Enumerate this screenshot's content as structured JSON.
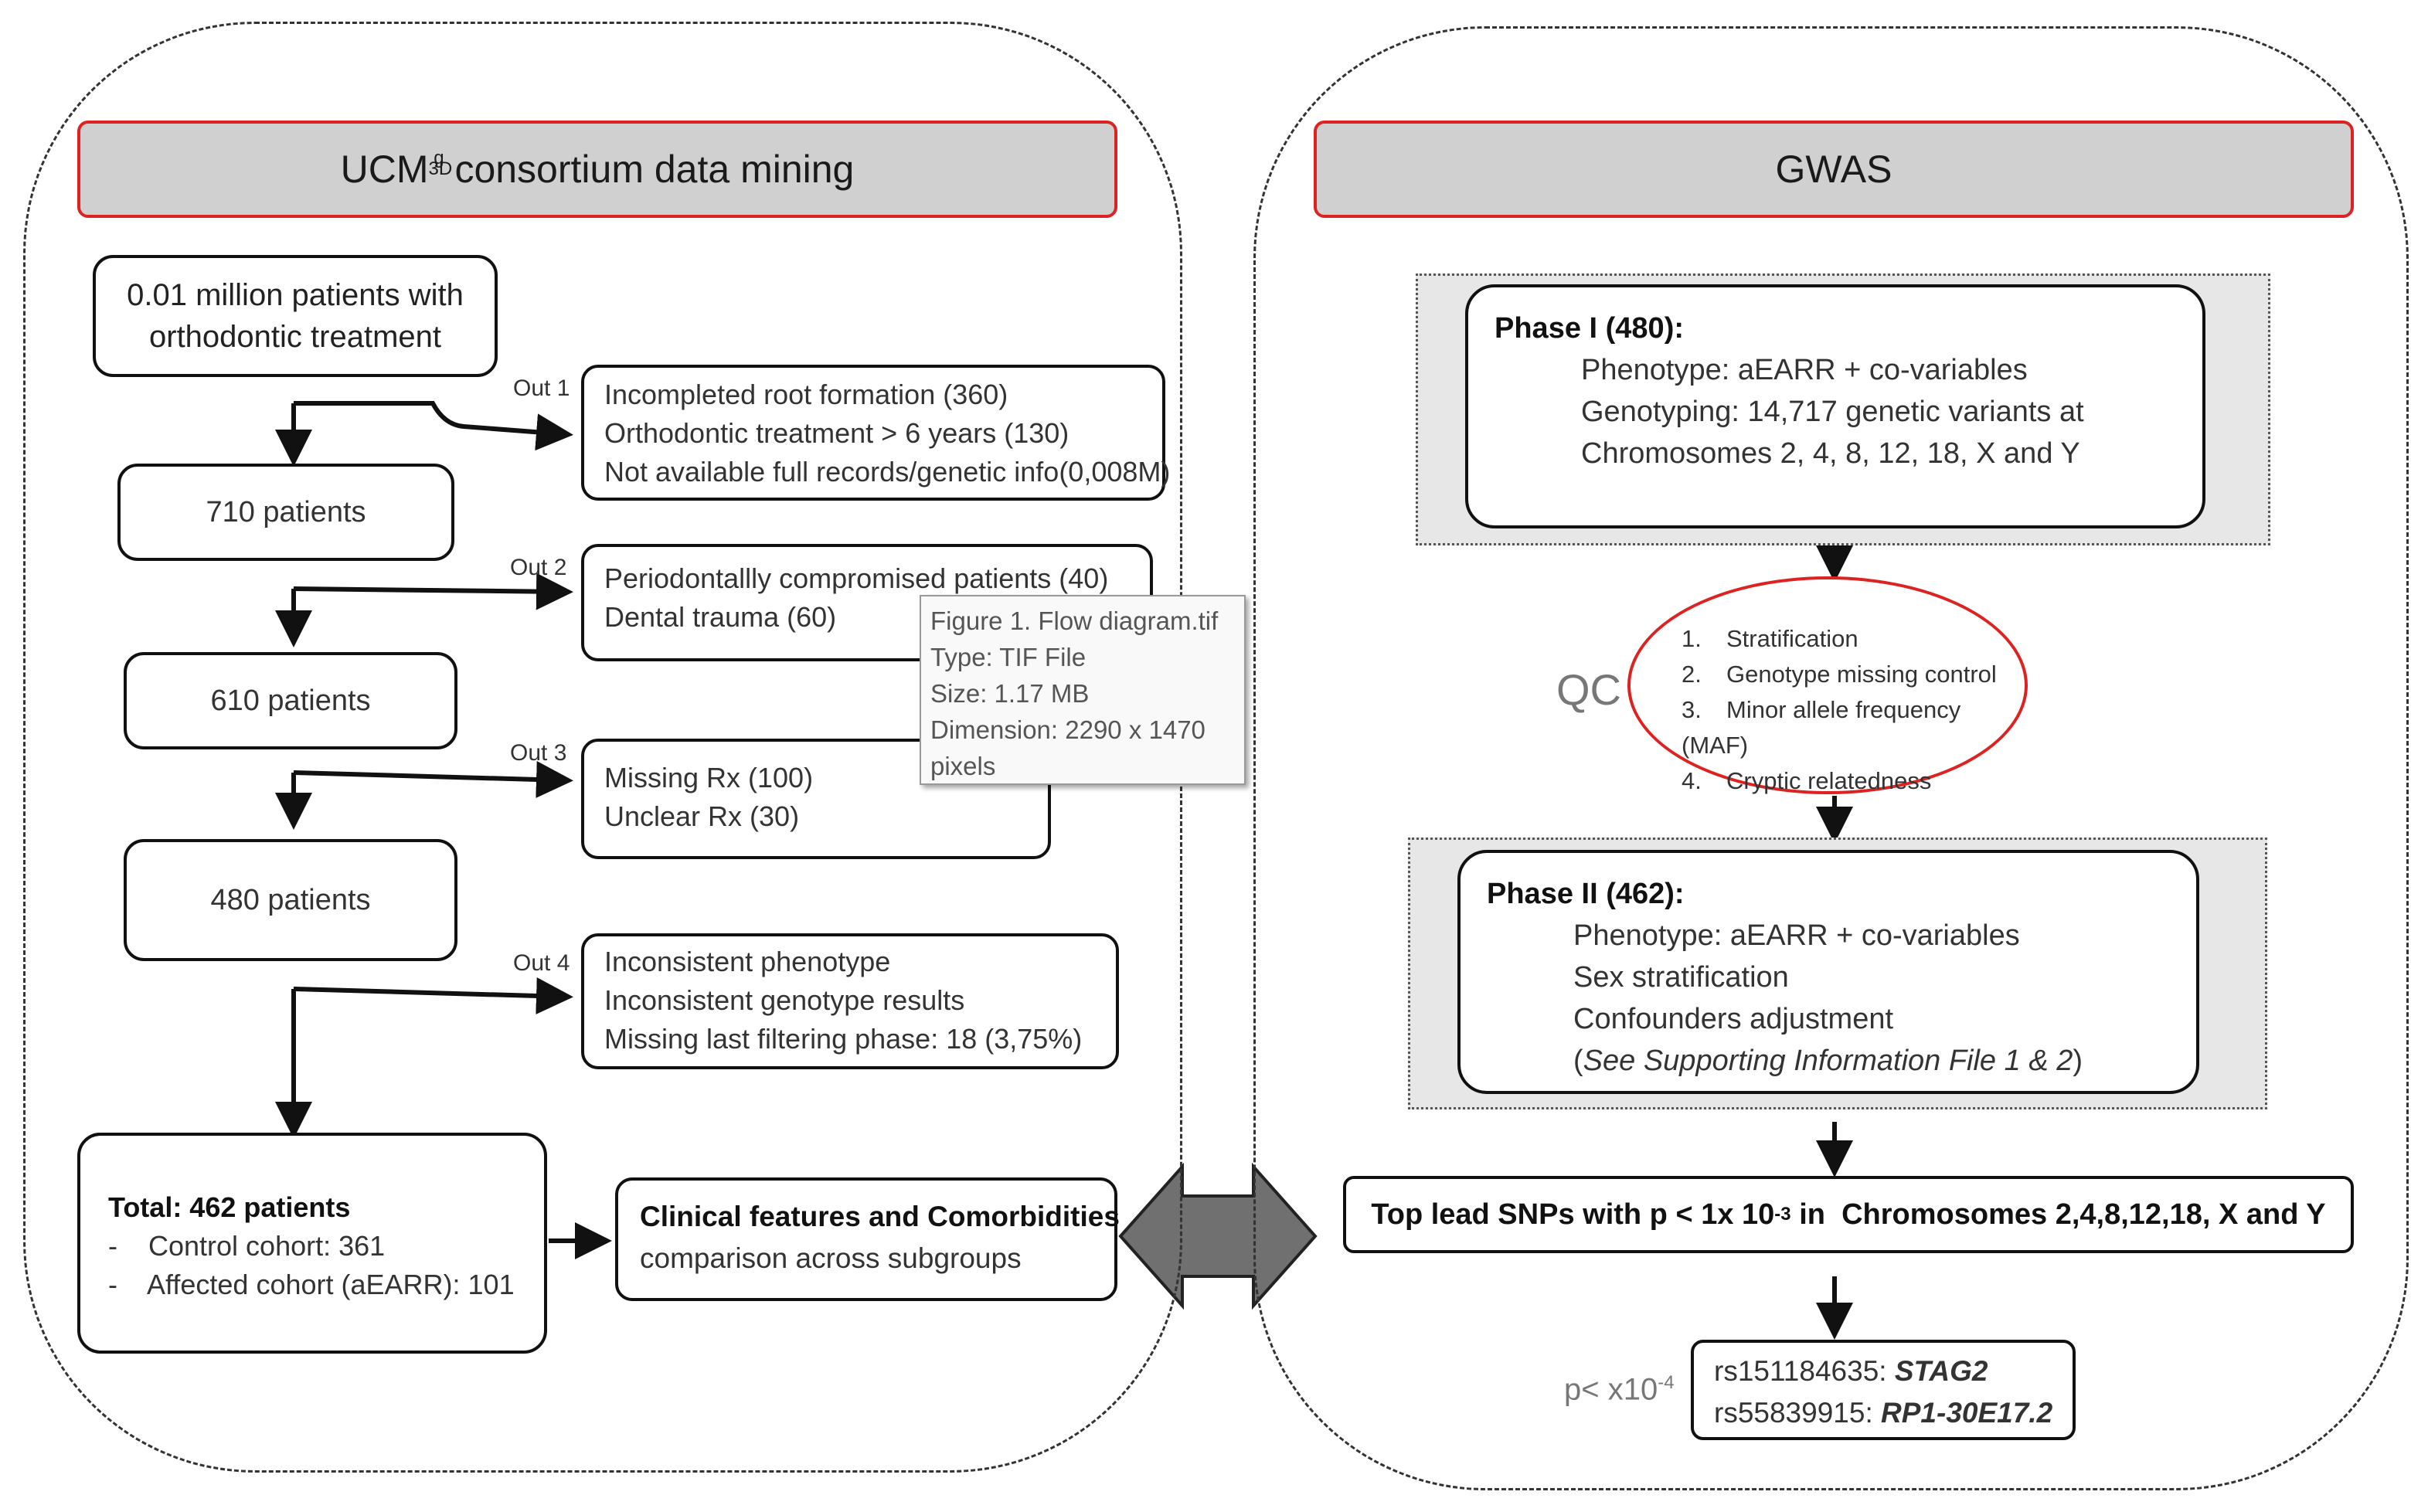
{
  "left": {
    "header_main": "UCM",
    "header_sub": "3D",
    "header_sup": "g",
    "header_tail": " consortium data mining",
    "start_line1": "0.01 million patients with",
    "start_line2": "orthodontic treatment",
    "step1": "710 patients",
    "step2": "610 patients",
    "step3": "480 patients",
    "out1_label": "Out 1",
    "out1_lines": [
      "Incompleted root formation (360)",
      "Orthodontic treatment > 6 years (130)",
      "Not available full records/genetic info(0,008M)"
    ],
    "out2_label": "Out 2",
    "out2_lines": [
      "Periodontallly compromised patients (40)",
      "Dental trauma (60)"
    ],
    "out3_label": "Out 3",
    "out3_lines": [
      "Missing Rx (100)",
      "Unclear Rx (30)"
    ],
    "out4_label": "Out 4",
    "out4_lines": [
      "Inconsistent phenotype",
      "Inconsistent genotype results",
      "Missing last filtering phase: 18 (3,75%)"
    ],
    "total_title": "Total: 462 patients",
    "total_lines": [
      "-    Control cohort: 361",
      "-    Affected cohort (aEARR): 101"
    ],
    "clinical_title": "Clinical features and Comorbidities",
    "clinical_sub": "comparison across subgroups"
  },
  "tooltip": {
    "lines": [
      "Figure 1. Flow diagram.tif",
      "Type: TIF File",
      "Size: 1.17 MB",
      "Dimension: 2290 x 1470",
      "pixels"
    ]
  },
  "right": {
    "header": "GWAS",
    "phase1_title": "Phase I (480):",
    "phase1_lines": [
      "Phenotype: aEARR + co-variables",
      "Genotyping: 14,717 genetic variants at",
      "Chromosomes 2, 4, 8, 12, 18, X and Y"
    ],
    "qc_label": "QC",
    "qc_items": [
      {
        "n": "1.",
        "t": "Stratification"
      },
      {
        "n": "2.",
        "t": "Genotype missing control"
      },
      {
        "n": "3.",
        "t": "Minor allele frequency (MAF)"
      },
      {
        "n": "4.",
        "t": "Cryptic relatedness"
      }
    ],
    "phase2_title": "Phase II (462):",
    "phase2_lines": [
      "Phenotype: aEARR + co-variables",
      "Sex stratification",
      "Confounders adjustment"
    ],
    "phase2_note_pre": "(",
    "phase2_note": "See Supporting Information File 1 & 2",
    "phase2_note_post": ")",
    "snp_pre": "Top lead SNPs with p < 1x 10",
    "snp_exp": "-3",
    "snp_post": " in  Chromosomes 2,4,8,12,18, X and Y",
    "p_pre": "p< x10",
    "p_exp": "-4",
    "rs1_id": "rs151184635: ",
    "rs1_gene": "STAG2",
    "rs2_id": "rs55839915: ",
    "rs2_gene": "RP1-30E17.2"
  }
}
